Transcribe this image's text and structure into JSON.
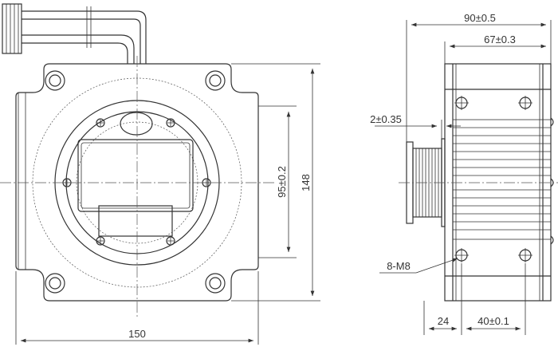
{
  "dimensions": {
    "overall_length": "90±0.5",
    "body_length": "67±0.3",
    "pulley_offset": "2±0.35",
    "hole_spacing": "95±0.2",
    "height": "148",
    "width": "150",
    "thread_callout": "8-M8",
    "front_offset": "24",
    "hole_pitch_side": "40±0.1"
  },
  "colors": {
    "line": "#333333",
    "background": "#ffffff"
  }
}
